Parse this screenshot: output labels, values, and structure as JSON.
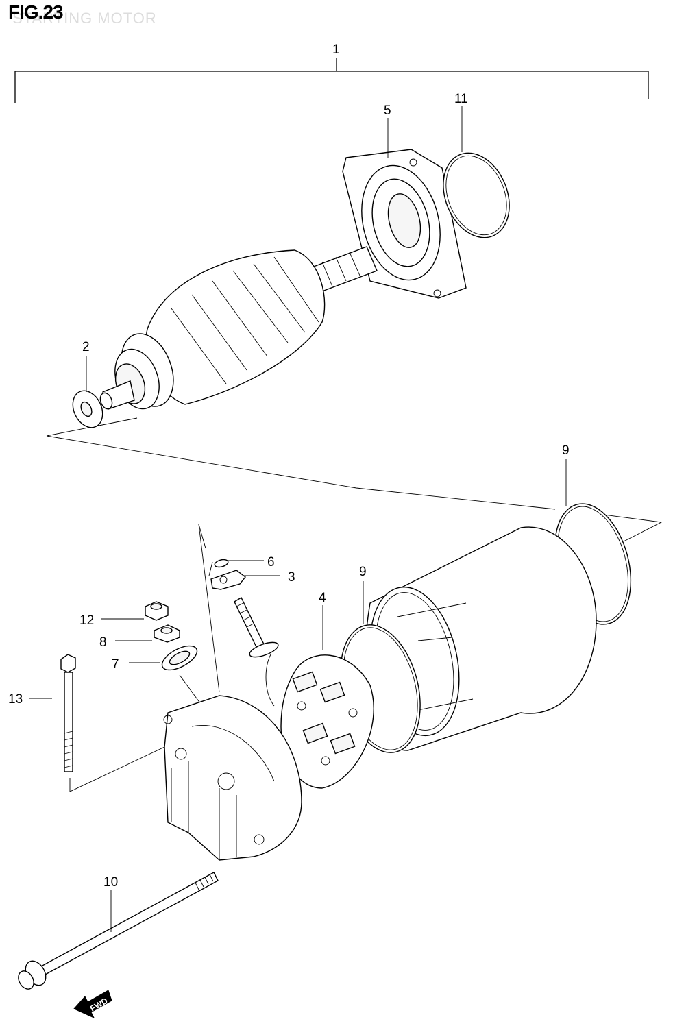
{
  "figure": {
    "title": "FIG.23",
    "subtitle": "STARTING MOTOR"
  },
  "callouts": {
    "c1": "1",
    "c2": "2",
    "c3": "3",
    "c4": "4",
    "c5": "5",
    "c6": "6",
    "c7": "7",
    "c8": "8",
    "c9a": "9",
    "c9b": "9",
    "c10": "10",
    "c11": "11",
    "c12": "12",
    "c13": "13"
  },
  "fwd_label": "FWD"
}
